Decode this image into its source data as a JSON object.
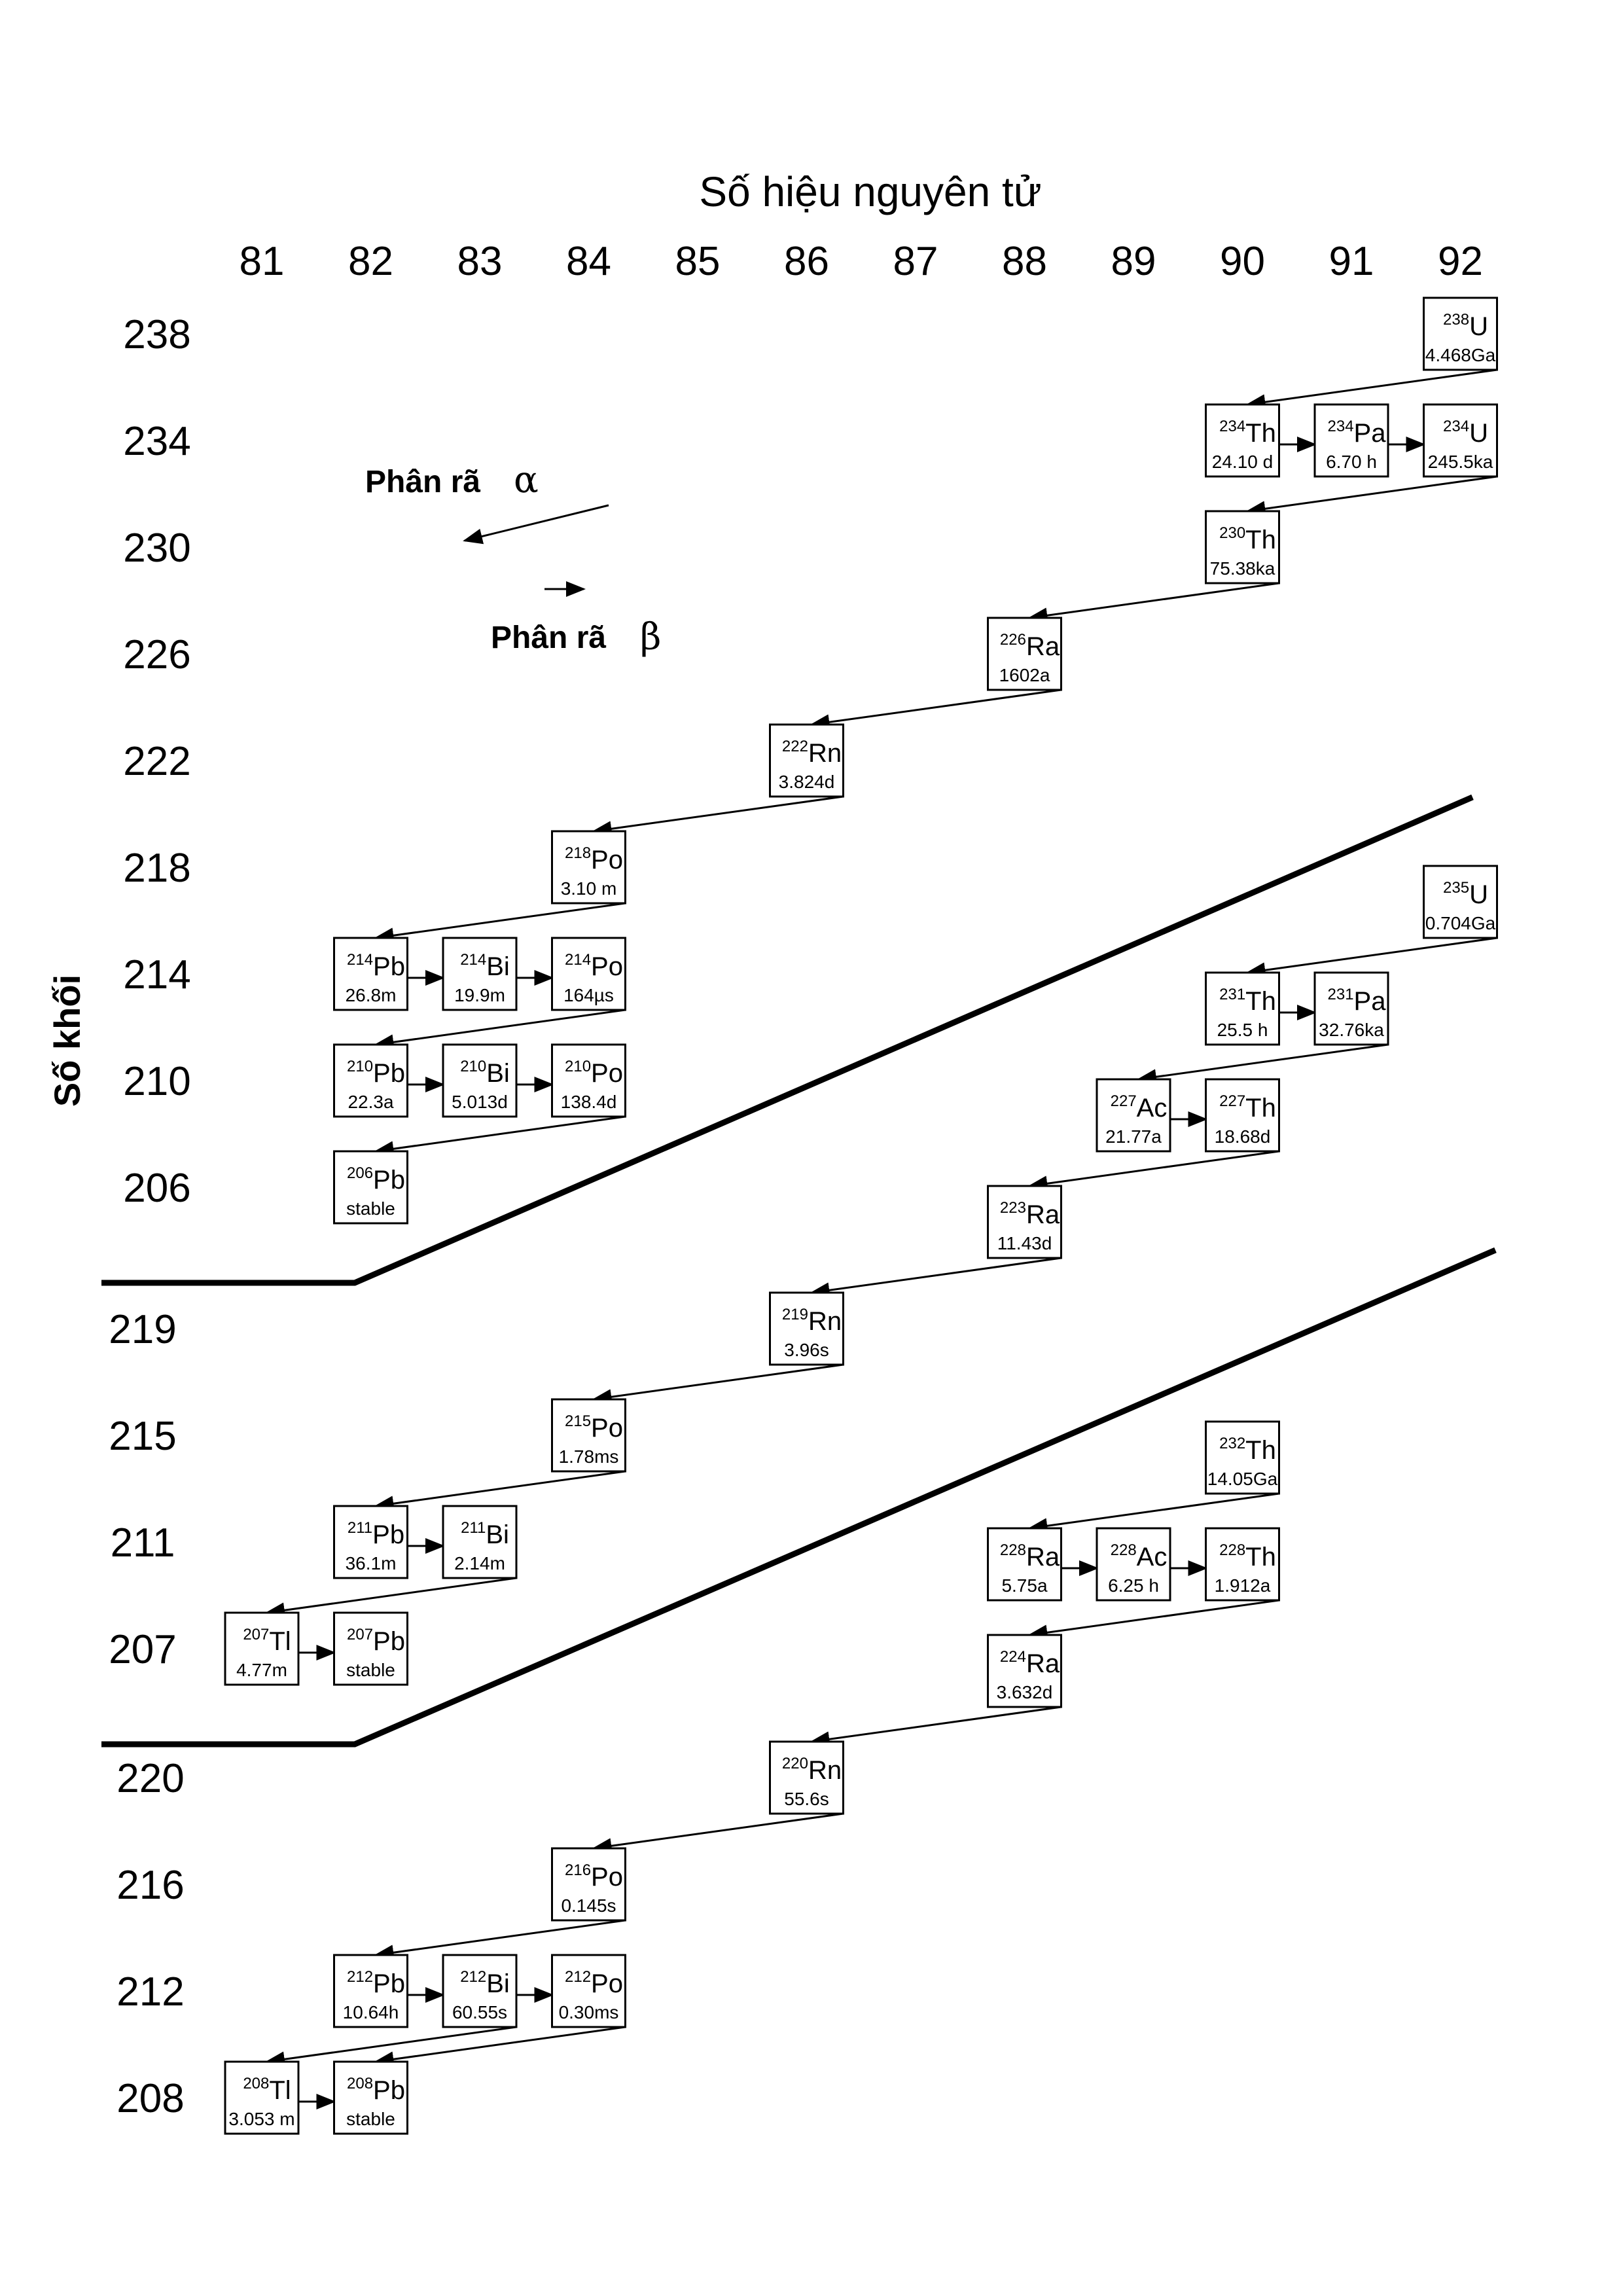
{
  "x_axis": {
    "title": "Số hiệu nguyên tử",
    "labels": [
      "81",
      "82",
      "83",
      "84",
      "85",
      "86",
      "87",
      "88",
      "89",
      "90",
      "91",
      "92"
    ]
  },
  "y_axis": {
    "title": "Số khối",
    "series_labels": [
      [
        "238",
        "234",
        "230",
        "226",
        "222",
        "218",
        "214",
        "210",
        "206"
      ],
      [
        "219",
        "215",
        "211",
        "207"
      ],
      [
        "220",
        "216",
        "212",
        "208"
      ]
    ]
  },
  "legend": {
    "alpha_label": "Phân rã",
    "alpha_symbol": "α",
    "beta_label": "Phân rã",
    "beta_symbol": "β"
  },
  "chains": [
    {
      "nuclides": [
        {
          "id": "U238",
          "mass": "238",
          "symbol": "U",
          "half_life": "4.468Ga",
          "z": 92,
          "a": 238
        },
        {
          "id": "Th234",
          "mass": "234",
          "symbol": "Th",
          "half_life": "24.10 d",
          "z": 90,
          "a": 234
        },
        {
          "id": "Pa234",
          "mass": "234",
          "symbol": "Pa",
          "half_life": "6.70 h",
          "z": 91,
          "a": 234
        },
        {
          "id": "U234",
          "mass": "234",
          "symbol": "U",
          "half_life": "245.5ka",
          "z": 92,
          "a": 234
        },
        {
          "id": "Th230",
          "mass": "230",
          "symbol": "Th",
          "half_life": "75.38ka",
          "z": 90,
          "a": 230
        },
        {
          "id": "Ra226",
          "mass": "226",
          "symbol": "Ra",
          "half_life": "1602a",
          "z": 88,
          "a": 226
        },
        {
          "id": "Rn222",
          "mass": "222",
          "symbol": "Rn",
          "half_life": "3.824d",
          "z": 86,
          "a": 222
        },
        {
          "id": "Po218",
          "mass": "218",
          "symbol": "Po",
          "half_life": "3.10 m",
          "z": 84,
          "a": 218
        },
        {
          "id": "Pb214",
          "mass": "214",
          "symbol": "Pb",
          "half_life": "26.8m",
          "z": 82,
          "a": 214
        },
        {
          "id": "Bi214",
          "mass": "214",
          "symbol": "Bi",
          "half_life": "19.9m",
          "z": 83,
          "a": 214
        },
        {
          "id": "Po214",
          "mass": "214",
          "symbol": "Po",
          "half_life": "164µs",
          "z": 84,
          "a": 214
        },
        {
          "id": "Pb210",
          "mass": "210",
          "symbol": "Pb",
          "half_life": "22.3a",
          "z": 82,
          "a": 210
        },
        {
          "id": "Bi210",
          "mass": "210",
          "symbol": "Bi",
          "half_life": "5.013d",
          "z": 83,
          "a": 210
        },
        {
          "id": "Po210",
          "mass": "210",
          "symbol": "Po",
          "half_life": "138.4d",
          "z": 84,
          "a": 210
        },
        {
          "id": "Pb206",
          "mass": "206",
          "symbol": "Pb",
          "half_life": "stable",
          "z": 82,
          "a": 206
        }
      ],
      "decays": [
        [
          "U238",
          "Th234"
        ],
        [
          "Th234",
          "Pa234"
        ],
        [
          "Pa234",
          "U234"
        ],
        [
          "U234",
          "Th230"
        ],
        [
          "Th230",
          "Ra226"
        ],
        [
          "Ra226",
          "Rn222"
        ],
        [
          "Rn222",
          "Po218"
        ],
        [
          "Po218",
          "Pb214"
        ],
        [
          "Pb214",
          "Bi214"
        ],
        [
          "Bi214",
          "Po214"
        ],
        [
          "Po214",
          "Pb210"
        ],
        [
          "Pb210",
          "Bi210"
        ],
        [
          "Bi210",
          "Po210"
        ],
        [
          "Po210",
          "Pb206"
        ]
      ]
    },
    {
      "nuclides": [
        {
          "id": "U235",
          "mass": "235",
          "symbol": "U",
          "half_life": "0.704Ga",
          "z": 92,
          "a": 235
        },
        {
          "id": "Th231",
          "mass": "231",
          "symbol": "Th",
          "half_life": "25.5 h",
          "z": 90,
          "a": 231
        },
        {
          "id": "Pa231",
          "mass": "231",
          "symbol": "Pa",
          "half_life": "32.76ka",
          "z": 91,
          "a": 231
        },
        {
          "id": "Ac227",
          "mass": "227",
          "symbol": "Ac",
          "half_life": "21.77a",
          "z": 89,
          "a": 227
        },
        {
          "id": "Th227",
          "mass": "227",
          "symbol": "Th",
          "half_life": "18.68d",
          "z": 90,
          "a": 227
        },
        {
          "id": "Ra223",
          "mass": "223",
          "symbol": "Ra",
          "half_life": "11.43d",
          "z": 88,
          "a": 223
        },
        {
          "id": "Rn219",
          "mass": "219",
          "symbol": "Rn",
          "half_life": "3.96s",
          "z": 86,
          "a": 219
        },
        {
          "id": "Po215",
          "mass": "215",
          "symbol": "Po",
          "half_life": "1.78ms",
          "z": 84,
          "a": 215
        },
        {
          "id": "Pb211",
          "mass": "211",
          "symbol": "Pb",
          "half_life": "36.1m",
          "z": 82,
          "a": 211
        },
        {
          "id": "Bi211",
          "mass": "211",
          "symbol": "Bi",
          "half_life": "2.14m",
          "z": 83,
          "a": 211
        },
        {
          "id": "Tl207",
          "mass": "207",
          "symbol": "Tl",
          "half_life": "4.77m",
          "z": 81,
          "a": 207
        },
        {
          "id": "Pb207",
          "mass": "207",
          "symbol": "Pb",
          "half_life": "stable",
          "z": 82,
          "a": 207
        }
      ],
      "decays": [
        [
          "U235",
          "Th231"
        ],
        [
          "Th231",
          "Pa231"
        ],
        [
          "Pa231",
          "Ac227"
        ],
        [
          "Ac227",
          "Th227"
        ],
        [
          "Th227",
          "Ra223"
        ],
        [
          "Ra223",
          "Rn219"
        ],
        [
          "Rn219",
          "Po215"
        ],
        [
          "Po215",
          "Pb211"
        ],
        [
          "Pb211",
          "Bi211"
        ],
        [
          "Bi211",
          "Tl207"
        ],
        [
          "Tl207",
          "Pb207"
        ]
      ]
    },
    {
      "nuclides": [
        {
          "id": "Th232",
          "mass": "232",
          "symbol": "Th",
          "half_life": "14.05Ga",
          "z": 90,
          "a": 232
        },
        {
          "id": "Ra228",
          "mass": "228",
          "symbol": "Ra",
          "half_life": "5.75a",
          "z": 88,
          "a": 228
        },
        {
          "id": "Ac228",
          "mass": "228",
          "symbol": "Ac",
          "half_life": "6.25 h",
          "z": 89,
          "a": 228
        },
        {
          "id": "Th228",
          "mass": "228",
          "symbol": "Th",
          "half_life": "1.912a",
          "z": 90,
          "a": 228
        },
        {
          "id": "Ra224",
          "mass": "224",
          "symbol": "Ra",
          "half_life": "3.632d",
          "z": 88,
          "a": 224
        },
        {
          "id": "Rn220",
          "mass": "220",
          "symbol": "Rn",
          "half_life": "55.6s",
          "z": 86,
          "a": 220
        },
        {
          "id": "Po216",
          "mass": "216",
          "symbol": "Po",
          "half_life": "0.145s",
          "z": 84,
          "a": 216
        },
        {
          "id": "Pb212",
          "mass": "212",
          "symbol": "Pb",
          "half_life": "10.64h",
          "z": 82,
          "a": 212
        },
        {
          "id": "Bi212",
          "mass": "212",
          "symbol": "Bi",
          "half_life": "60.55s",
          "z": 83,
          "a": 212
        },
        {
          "id": "Po212",
          "mass": "212",
          "symbol": "Po",
          "half_life": "0.30ms",
          "z": 84,
          "a": 212
        },
        {
          "id": "Tl208",
          "mass": "208",
          "symbol": "Tl",
          "half_life": "3.053 m",
          "z": 81,
          "a": 208
        },
        {
          "id": "Pb208",
          "mass": "208",
          "symbol": "Pb",
          "half_life": "stable",
          "z": 82,
          "a": 208
        }
      ],
      "decays": [
        [
          "Th232",
          "Ra228"
        ],
        [
          "Ra228",
          "Ac228"
        ],
        [
          "Ac228",
          "Th228"
        ],
        [
          "Th228",
          "Ra224"
        ],
        [
          "Ra224",
          "Rn220"
        ],
        [
          "Rn220",
          "Po216"
        ],
        [
          "Po216",
          "Pb212"
        ],
        [
          "Pb212",
          "Bi212"
        ],
        [
          "Bi212",
          "Po212"
        ],
        [
          "Bi212",
          "Tl208"
        ],
        [
          "Po212",
          "Pb208"
        ],
        [
          "Tl208",
          "Pb208"
        ]
      ]
    }
  ]
}
